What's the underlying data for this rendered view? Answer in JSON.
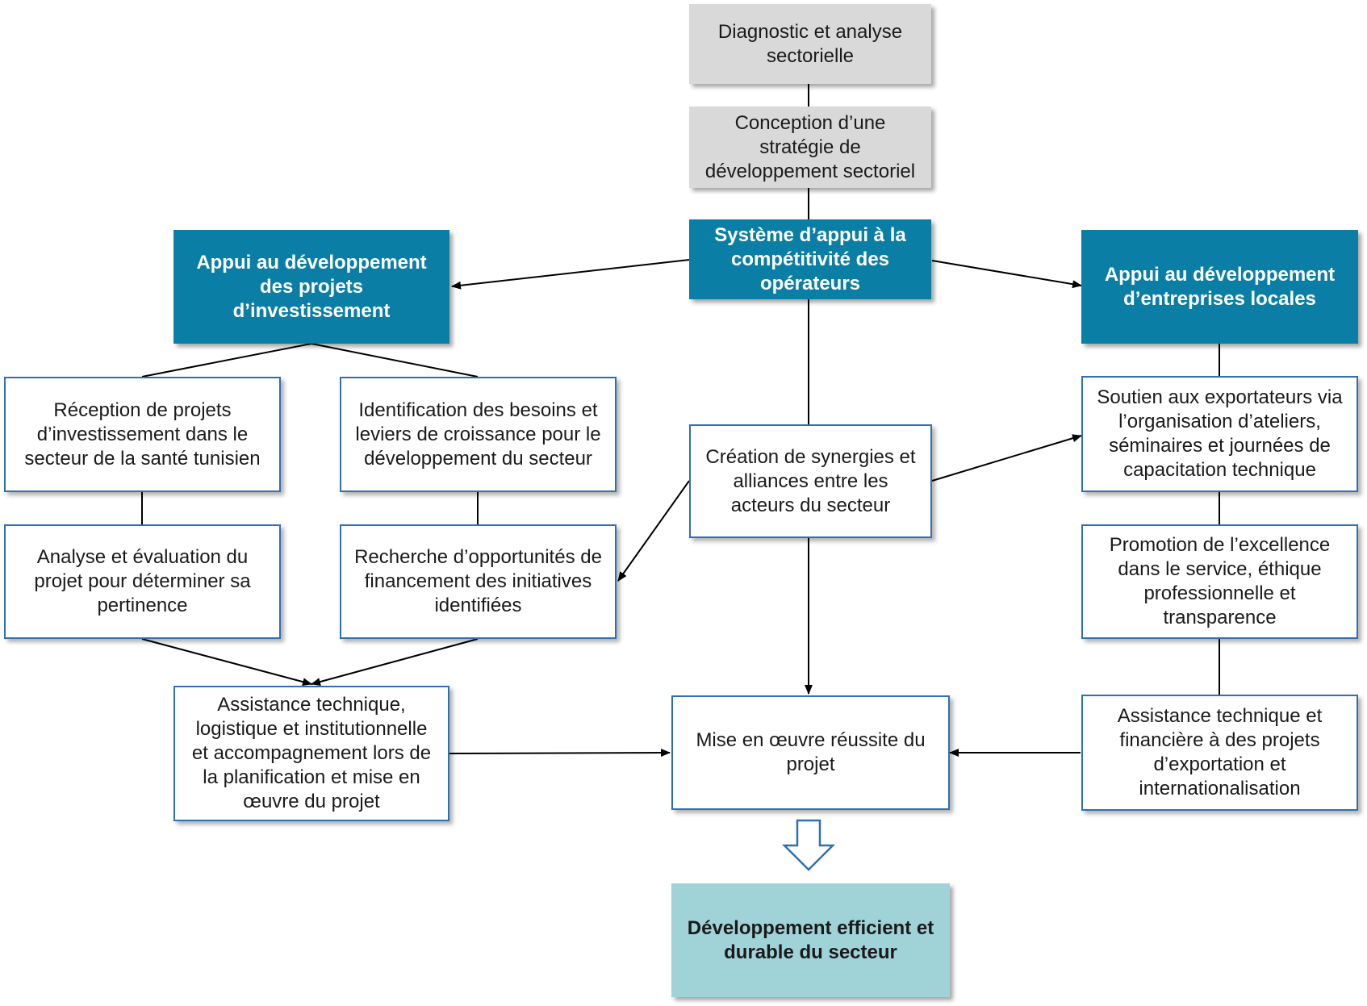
{
  "nodes": {
    "diagnostic": "Diagnostic et analyse sectorielle",
    "conception": "Conception d’une stratégie de développement sectoriel",
    "systeme": "Système d’appui à la compétitivité des opérateurs",
    "appui_investissement": "Appui au développement des projets d’investissement",
    "appui_entreprises": "Appui au développement d’entreprises locales",
    "reception": "Réception de projets d’investissement dans le secteur de la santé tunisien",
    "identification": "Identification des besoins et leviers de croissance pour le développement du secteur",
    "creation": "Création de synergies et alliances entre les acteurs du secteur",
    "soutien": "Soutien aux exportateurs via l’organisation d’ateliers, séminaires et journées de capacitation technique",
    "analyse": "Analyse et évaluation du projet pour déterminer sa pertinence",
    "recherche": "Recherche d’opportunités de financement des initiatives identifiées",
    "promotion": "Promotion de l’excellence dans le service, éthique professionnelle et transparence",
    "assistance_logistique": "Assistance technique, logistique et institutionnelle et accompagnement lors de la planification et mise en œuvre du projet",
    "mise_en_oeuvre": "Mise en œuvre réussite du projet",
    "assistance_financiere": "Assistance technique et financière à des projets d’exportation et internationalisation",
    "developpement": "Développement efficient et durable du secteur"
  },
  "colors": {
    "grey_box": "#d9d9d9",
    "blue_box": "#0a7ea4",
    "white_box_border": "#2f6fb5",
    "outcome_box": "#9fd3d8",
    "big_arrow": "#2f6fb5"
  }
}
